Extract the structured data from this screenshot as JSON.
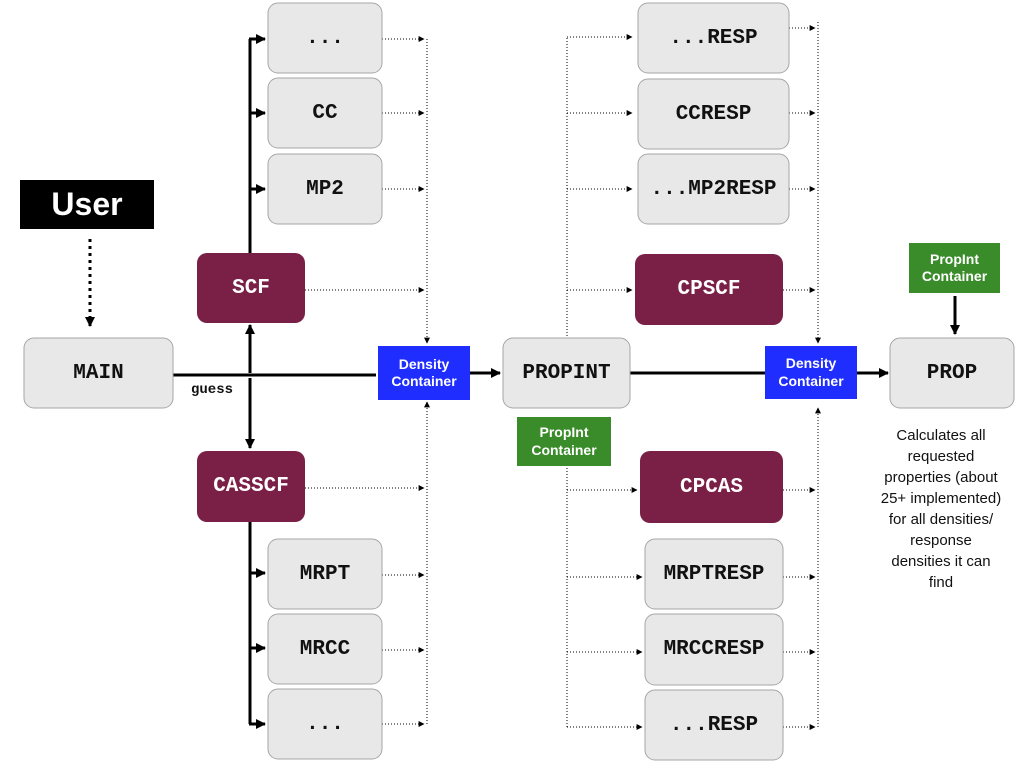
{
  "colors": {
    "grey_box": "#e8e8e8",
    "grey_border": "#a6a6a6",
    "maroon_box": "#7a1f45",
    "blue_box": "#1f2dff",
    "green_box": "#3a8c2a",
    "black_box": "#000000",
    "arrow": "#000000"
  },
  "user": {
    "label": "User"
  },
  "main": {
    "label": "MAIN"
  },
  "guess_label": "guess",
  "scf": {
    "label": "SCF"
  },
  "casscf": {
    "label": "CASSCF"
  },
  "scf_children": [
    "...",
    "CC",
    "MP2"
  ],
  "casscf_children": [
    "MRPT",
    "MRCC",
    "..."
  ],
  "density_container_left": {
    "line1": "Density",
    "line2": "Container"
  },
  "propint": {
    "label": "PROPINT"
  },
  "propint_container_below": {
    "line1": "PropInt",
    "line2": "Container"
  },
  "resp_top": [
    "...RESP",
    "CCRESP",
    "...MP2RESP"
  ],
  "cpscf": {
    "label": "CPSCF"
  },
  "cpcas": {
    "label": "CPCAS"
  },
  "resp_bottom": [
    "MRPTRESP",
    "MRCCRESP",
    "...RESP"
  ],
  "density_container_right": {
    "line1": "Density",
    "line2": "Container"
  },
  "propint_container_top": {
    "line1": "PropInt",
    "line2": "Container"
  },
  "prop": {
    "label": "PROP"
  },
  "prop_note": {
    "lines": [
      "Calculates all",
      "requested",
      "properties (about",
      "25+ implemented)",
      "for all densities/",
      "response",
      "densities it can",
      "find"
    ]
  }
}
